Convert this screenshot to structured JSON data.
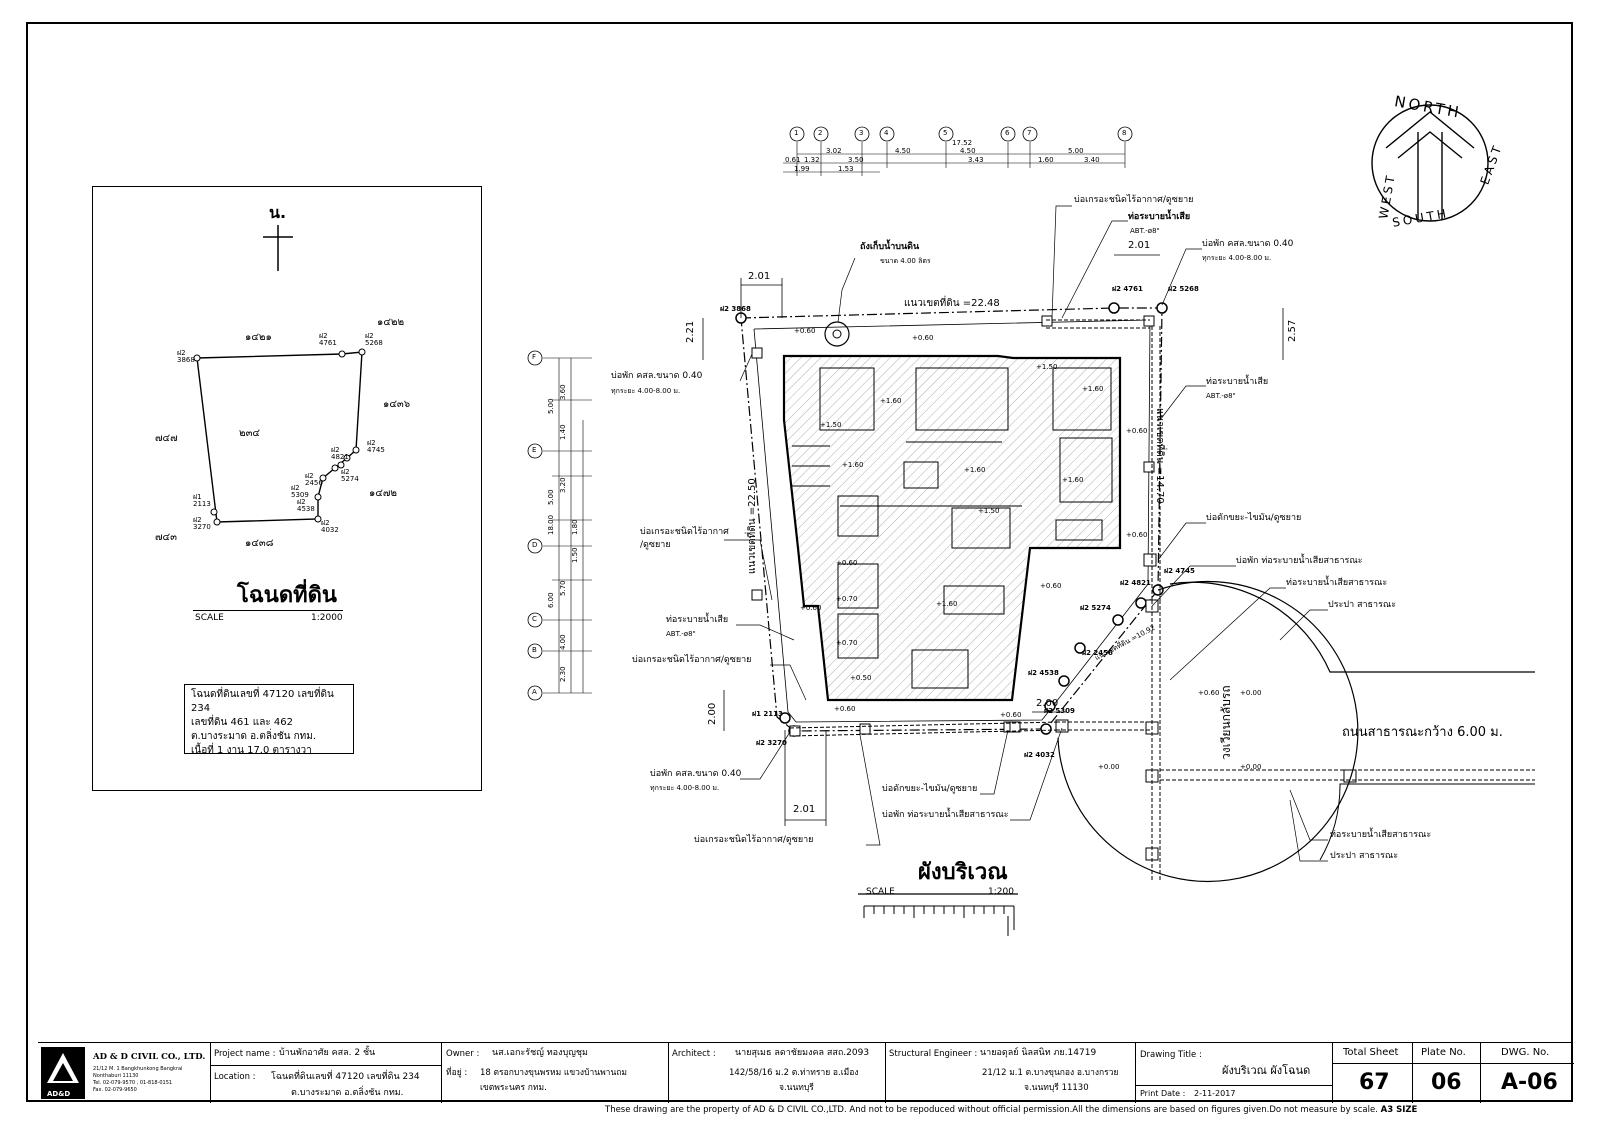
{
  "deed": {
    "north_label": "น.",
    "title": "โฉนดที่ดิน",
    "scale_label": "SCALE",
    "scale_value": "1:2000",
    "parcels": [
      "๑๔๒๑",
      "๑๔๒๒",
      "๑๔๓๖",
      "๑๔๗๒",
      "๑๔๓๘",
      "๗๔๓",
      "๗๔๗",
      "๒๓๔"
    ],
    "markers": [
      {
        "code": "ฝ2",
        "num": "3868"
      },
      {
        "code": "ฝ2",
        "num": "4761"
      },
      {
        "code": "ฝ2",
        "num": "5268"
      },
      {
        "code": "ฝ2",
        "num": "4745"
      },
      {
        "code": "ฝ2",
        "num": "4821"
      },
      {
        "code": "ฝ2",
        "num": "2456"
      },
      {
        "code": "ฝ2",
        "num": "5274"
      },
      {
        "code": "ฝ2",
        "num": "4538"
      },
      {
        "code": "ฝ2",
        "num": "5309"
      },
      {
        "code": "ฝ2",
        "num": "4032"
      },
      {
        "code": "ฝ1",
        "num": "2113"
      },
      {
        "code": "ฝ2",
        "num": "3270"
      }
    ],
    "info_lines": [
      "โฉนดที่ดินเลขที่ 47120 เลขที่ดิน 234",
      "เลขที่ดิน 461 และ 462",
      "ต.บางระมาด อ.ตลิ่งชัน กทม.",
      "เนื้อที่ 1 งาน 17.0 ตารางวา"
    ]
  },
  "site": {
    "title": "ผังบริเวณ",
    "scale_label": "SCALE",
    "scale_value": "1:200",
    "grid_cols": [
      "1",
      "2",
      "3",
      "4",
      "5",
      "6",
      "7",
      "8"
    ],
    "grid_rows": [
      "F",
      "E",
      "D",
      "C",
      "B",
      "A"
    ],
    "top_dims": [
      "3.02",
      "4.50",
      "4.50",
      "5.00",
      "17.52",
      "0.61",
      "1.32",
      "3.50",
      "3.43",
      "1.60",
      "3.40",
      "1.99",
      "1.53"
    ],
    "left_dims": [
      "3.60",
      "5.00",
      "1.40",
      "3.20",
      "5.00",
      "18.00",
      "1.80",
      "1.50",
      "5.70",
      "6.00",
      "4.00",
      "2.30"
    ],
    "boundary_top": "แนวเขตที่ดิน =22.48",
    "boundary_right": "แนวเขตที่ดิน =14.70",
    "boundary_left": "แนวเขตที่ดิน =22.50",
    "boundary_diag": "แนวเขตที่ดิน =10.92",
    "dims": {
      "d_201_top": "2.01",
      "d_221": "2.21",
      "d_201_right": "2.01",
      "d_257": "2.57",
      "d_200": "2.00",
      "d_201_bottom": "2.01",
      "d_200_b": "2.00"
    },
    "levels": [
      "+0.60",
      "+0.60",
      "+1.60",
      "+1.50",
      "+1.50",
      "+1.60",
      "+1.60",
      "+1.60",
      "+1.60",
      "+1.50",
      "+0.60",
      "+0.60",
      "+0.60",
      "+1.60",
      "+0.70",
      "+0.70",
      "+0.60",
      "+0.50",
      "+0.60",
      "+0.60",
      "+0.60",
      "+0.00",
      "+0.00",
      "+0.00",
      "+0.60"
    ],
    "callouts": {
      "tank": "ถังเก็บน้ำบนดิน",
      "tank_size": "ขนาด 4.00 ลิตร",
      "septic_top": "บ่อเกรอะชนิดไร้อากาศ/ดูซยาย",
      "drain_top": "ท่อระบายน้ำเสีย",
      "drain_top_abt": "ABT.-ø8\"",
      "manhole_tr": "บ่อพัก คสล.ขนาด 0.40",
      "manhole_tr_2": "ทุกระยะ 4.00-8.00 ม.",
      "manhole_tl": "บ่อพัก คสล.ขนาด 0.40",
      "manhole_tl_2": "ทุกระยะ 4.00-8.00 ม.",
      "drain_right": "ท่อระบายน้ำเสีย",
      "drain_right_abt": "ABT.-ø8\"",
      "grease_right": "บ่อดักขยะ-ไขมัน/ดูซยาย",
      "public_manhole": "บ่อพัก ท่อระบายน้ำเสียสาธารณะ",
      "public_drain": "ท่อระบายน้ำเสียสาธารณะ",
      "public_water": "ประปา สาธารณะ",
      "septic_left": "บ่อเกรอะชนิดไร้อากาศ",
      "septic_left_2": "/ดูซยาย",
      "drain_left": "ท่อระบายน้ำเสีย",
      "drain_left_abt": "ABT.-ø8\"",
      "septic_left_b": "บ่อเกรอะชนิดไร้อากาศ/ดูซยาย",
      "manhole_bl": "บ่อพัก คสล.ขนาด 0.40",
      "manhole_bl_2": "ทุกระยะ 4.00-8.00 ม.",
      "septic_bottom": "บ่อเกรอะชนิดไร้อากาศ/ดูซยาย",
      "grease_bottom": "บ่อดักขยะ-ไขมัน/ดูซยาย",
      "public_manhole_b": "บ่อพัก ท่อระบายน้ำเสียสาธารณะ",
      "public_drain_b": "ท่อระบายน้ำเสียสาธารณะ",
      "public_water_b": "ประปา สาธารณะ",
      "road": "ถนนสาธารณะกว้าง 6.00 ม.",
      "roundabout": "วงเวียนกลับรถ",
      "road_width_label": "ถนนสาธารณะกว้าง 6.00 ม."
    }
  },
  "compass": {
    "n": "NORTH",
    "s": "SOUTH",
    "e": "EAST",
    "w": "WEST"
  },
  "title_block": {
    "company": "AD & D CIVIL CO., LTD.",
    "company_addr1": "21/12 M. 1 Bangkhunkong Bangkrai",
    "company_addr2": "Nonthaburi 11130",
    "company_tel": "Tel. 02-079-9570 , 01-818-0151",
    "company_fax": "Fax. 02-079-9650",
    "logo_text": "AD&D",
    "project_label": "Project name :",
    "project_value": "บ้านพักอาศัย คสล. 2 ชั้น",
    "location_label": "Location :",
    "location_value": "โฉนดที่ดินเลขที่ 47120 เลขที่ดิน 234",
    "location_value2": "ต.บางระมาด อ.ตลิ่งชัน กทม.",
    "owner_label": "Owner :",
    "owner_value": "นส.เอกะรัชญ์ ทองบุญชุม",
    "owner_addr_label": "ที่อยู่ :",
    "owner_addr1": "18 ตรอกบางขุนพรหม แขวงบ้านพานถม",
    "owner_addr2": "เขตพระนคร กทม.",
    "architect_label": "Architect :",
    "architect_value": "นายสุเมธ ลดาชัยมงคล สสถ.2093",
    "architect_addr1": "142/58/16 ม.2 ต.ท่าทราย อ.เมือง",
    "architect_addr2": "จ.นนทบุรี",
    "structural_label": "Structural Engineer :",
    "structural_value": "นายอดุลย์ นิลสนิท ภย.14719",
    "structural_addr1": "21/12 ม.1 ต.บางขุนกอง อ.บางกรวย",
    "structural_addr2": "จ.นนทบุรี 11130",
    "drawing_title_label": "Drawing Title :",
    "drawing_title_value": "ผังบริเวณ ผังโฉนด",
    "print_date_label": "Print Date :",
    "print_date_value": "2-11-2017",
    "total_sheet_label": "Total Sheet",
    "total_sheet_value": "67",
    "plate_no_label": "Plate No.",
    "plate_no_value": "06",
    "dwg_no_label": "DWG. No.",
    "dwg_no_value": "A-06"
  },
  "legal_note": "These drawing are the property of AD & D CIVIL CO.,LTD. And not to be repoduced without official permission.All the dimensions are based on figures given.Do not measure by scale.",
  "paper_size": "A3 SIZE"
}
